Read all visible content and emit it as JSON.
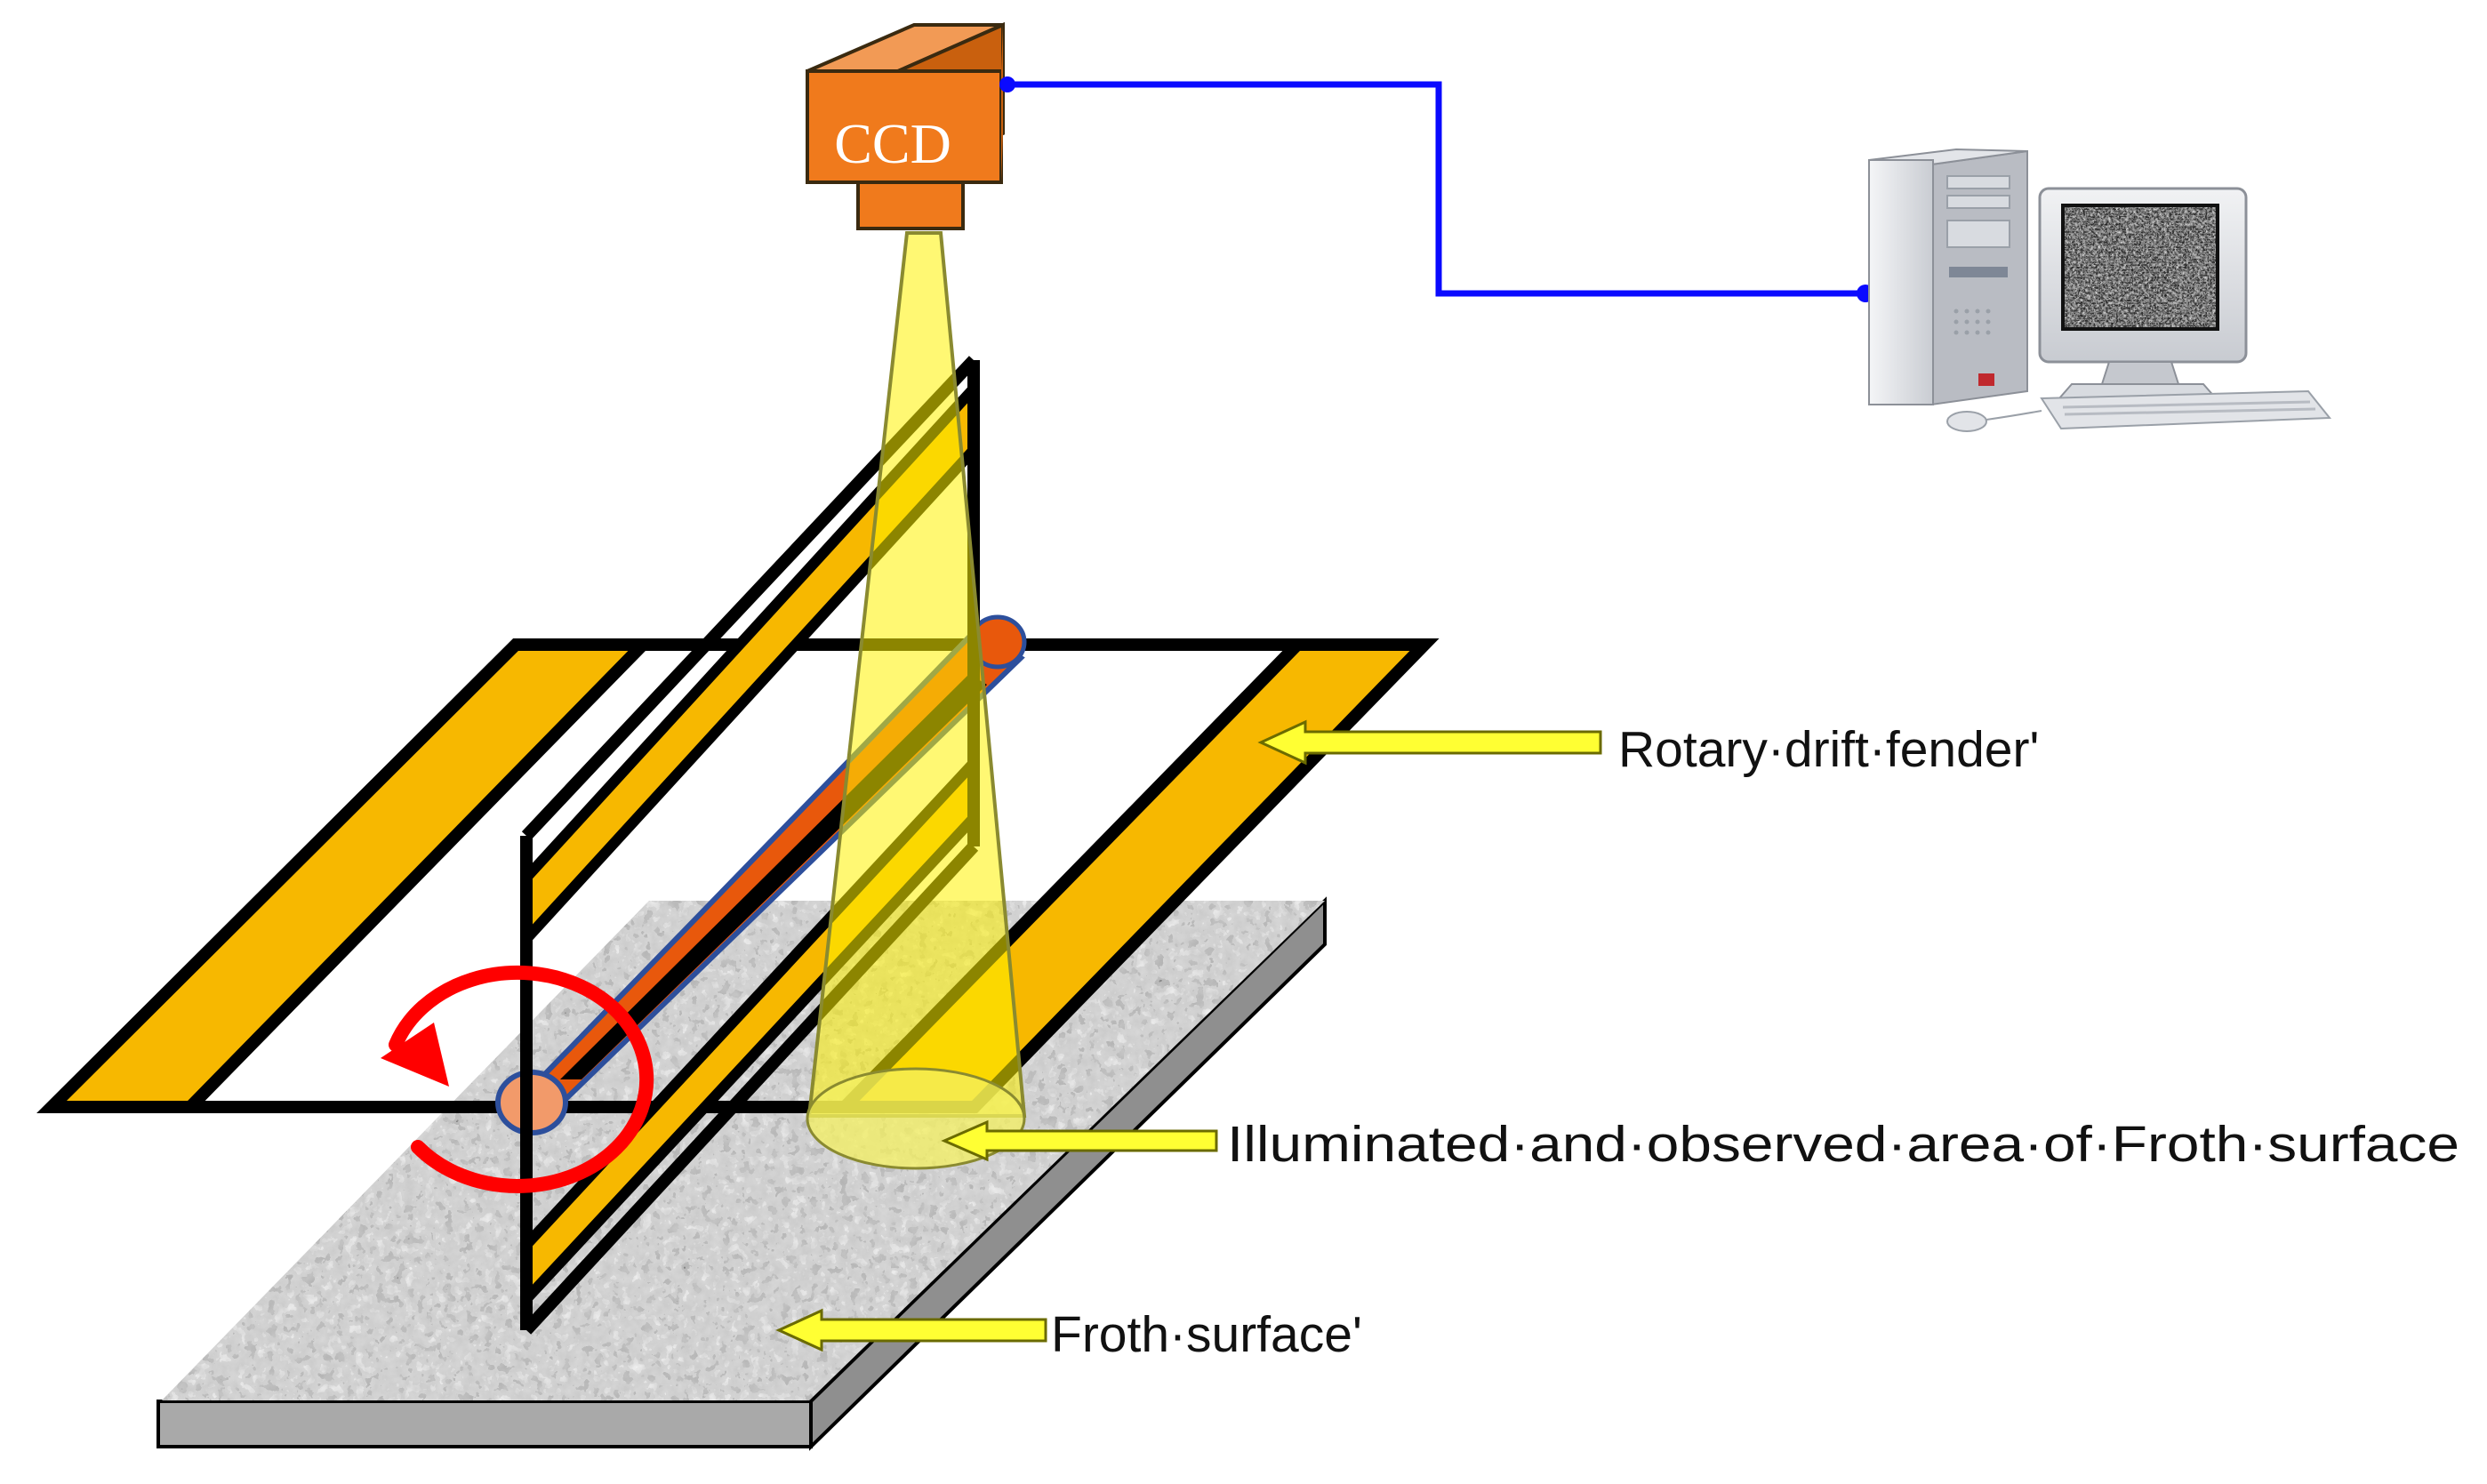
{
  "ccd_label": "CCD",
  "labels": {
    "fender": "Rotary·drift·fender'",
    "illuminated": "Illuminated·and·observed·area·of·Froth·surface",
    "froth": "Froth·surface'"
  },
  "colors": {
    "camera": "#f07a1c",
    "fender": "#f7b800",
    "light_beam": "#fff200",
    "cable": "#0a0aff",
    "rotation_arrow": "#ff0000",
    "label_arrow": "#ffff33",
    "frame": "#000000",
    "shaft": "#e8580c"
  },
  "icons": {
    "computer": "desktop-computer-icon",
    "rotation": "rotation-arrow-icon"
  }
}
